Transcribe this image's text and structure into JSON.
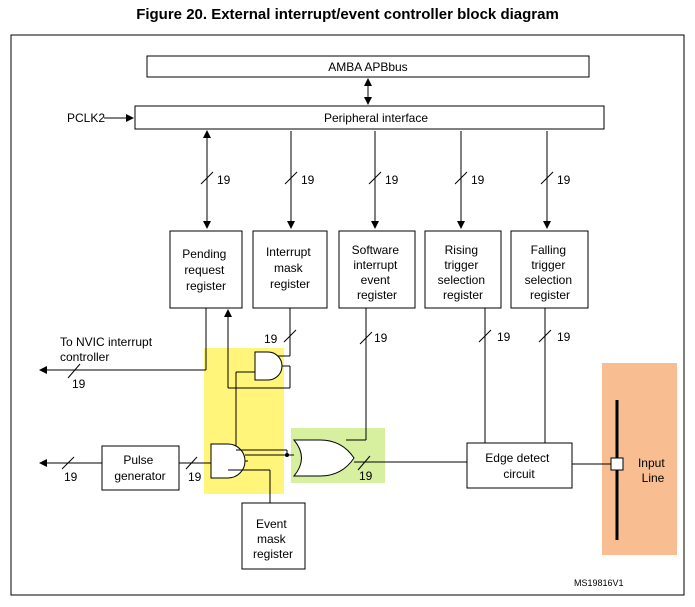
{
  "title": "Figure 20. External interrupt/event controller block diagram",
  "colors": {
    "highlight_yellow": "#fff57a",
    "highlight_green": "#d6f0a0",
    "input_line_bg": "#f8be92"
  },
  "blocks": {
    "amba_bus": "AMBA APBbus",
    "pclk2": "PCLK2",
    "peripheral_interface": "Peripheral interface",
    "pending_request_register": [
      "Pending",
      "request",
      "register"
    ],
    "interrupt_mask_register": [
      "Interrupt",
      "mask",
      "register"
    ],
    "software_interrupt_event_register": [
      "Software",
      "interrupt",
      "event",
      "register"
    ],
    "rising_trigger_selection_register": [
      "Rising",
      "trigger",
      "selection",
      "register"
    ],
    "falling_trigger_selection_register": [
      "Falling",
      "trigger",
      "selection",
      "register"
    ],
    "edge_detect_circuit": [
      "Edge detect",
      "circuit"
    ],
    "pulse_generator": [
      "Pulse",
      "generator"
    ],
    "event_mask_register": [
      "Event",
      "mask",
      "register"
    ],
    "input_line": [
      "Input",
      "Line"
    ],
    "to_nvic": [
      "To NVIC interrupt",
      "controller"
    ]
  },
  "bus_width": "19",
  "figure_id": "MS19816V1"
}
